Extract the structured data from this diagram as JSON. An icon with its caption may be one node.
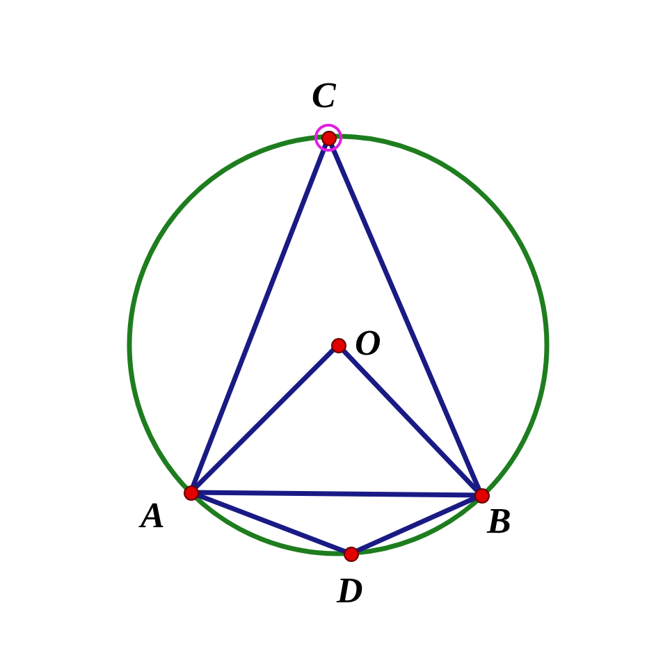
{
  "diagram": {
    "nodes": [
      {
        "text": [
          "C"
        ]
      },
      {
        "text": [
          "O"
        ]
      },
      {
        "text": [
          "A"
        ]
      },
      {
        "text": [
          "B"
        ]
      },
      {
        "text": [
          "D"
        ]
      }
    ],
    "edges": [
      {
        "from": 0,
        "to": 2,
        "arrow": "none"
      },
      {
        "from": 0,
        "to": 3,
        "arrow": "none"
      },
      {
        "from": 1,
        "to": 2,
        "arrow": "none"
      },
      {
        "from": 1,
        "to": 3,
        "arrow": "none"
      },
      {
        "from": 2,
        "to": 3,
        "arrow": "none"
      },
      {
        "from": 2,
        "to": 4,
        "arrow": "none"
      },
      {
        "from": 4,
        "to": 3,
        "arrow": "none"
      }
    ]
  }
}
